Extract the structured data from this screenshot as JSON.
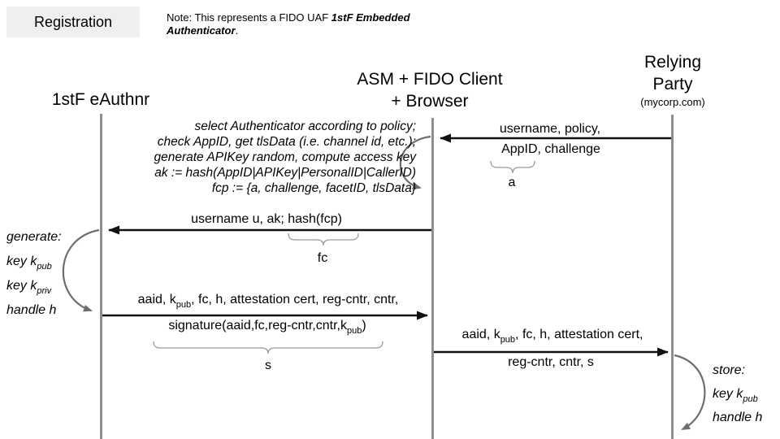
{
  "colors": {
    "lifeline": "#8f8f8f",
    "arrow": "#111111",
    "self_loop": "#6e6e6e",
    "brace": "#999999",
    "title_background": "#efefef"
  },
  "header": {
    "title": "Registration",
    "note_prefix": "Note: This represents a FIDO UAF ",
    "note_emphasis": "1stF Embedded Authenticator",
    "note_suffix": "."
  },
  "actors": {
    "authenticator": {
      "label": "1stF eAuthnr"
    },
    "client": {
      "line1": "ASM + FIDO Client",
      "line2": "+ Browser"
    },
    "relying_party": {
      "line1": "Relying",
      "line2": "Party",
      "domain": "(mycorp.com)"
    }
  },
  "messages": {
    "rp_to_client": {
      "line1": "username, policy,",
      "line2": "AppID, challenge",
      "brace_label": "a"
    },
    "client_processing": {
      "lines": [
        "select Authenticator according to policy;",
        "check AppID, get tlsData (i.e. channel id, etc.);",
        "generate APIKey random, compute access key",
        "ak := hash(AppID|APIKey|PersonalID|CallerID)",
        "fcp := {a, challenge, facetID, tlsData}"
      ]
    },
    "client_to_auth": {
      "label": "username u, ak; hash(fcp)",
      "brace_label": "fc"
    },
    "auth_generate": {
      "line1": "generate:",
      "line2_text": "key k",
      "line2_sub": "pub",
      "line3_text": "key k",
      "line3_sub": "priv",
      "line4": "handle h"
    },
    "auth_to_client": {
      "line1_a": "aaid, k",
      "line1_sub": "pub",
      "line1_b": ", fc, h, attestation cert, reg-cntr, cntr,",
      "line2_a": "signature(aaid,fc,reg-cntr,cntr,k",
      "line2_sub": "pub",
      "line2_b": ")",
      "brace_label": "s"
    },
    "client_to_rp": {
      "line1_a": "aaid, k",
      "line1_sub": "pub",
      "line1_b": ", fc, h, attestation cert,",
      "line2": "reg-cntr, cntr, s"
    },
    "rp_store": {
      "line1": "store:",
      "line2_text": "key k",
      "line2_sub": "pub",
      "line3": "handle h"
    }
  }
}
